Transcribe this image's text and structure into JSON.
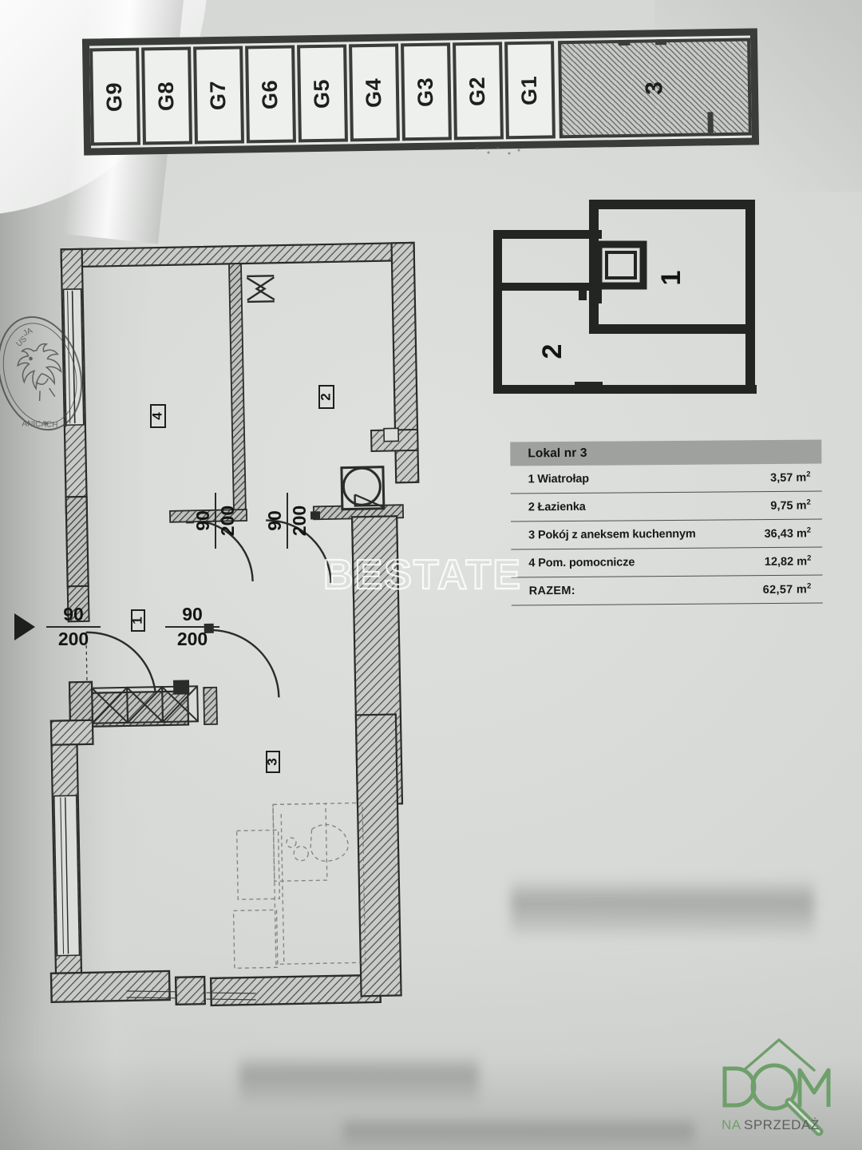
{
  "document": {
    "kind": "architectural-floor-plan-scan",
    "language": "pl"
  },
  "garage_strip": {
    "cells": [
      {
        "label": "G9"
      },
      {
        "label": "G8"
      },
      {
        "label": "G7"
      },
      {
        "label": "G6"
      },
      {
        "label": "G5"
      },
      {
        "label": "G4"
      },
      {
        "label": "G3"
      },
      {
        "label": "G2"
      },
      {
        "label": "G1"
      }
    ],
    "highlighted_unit": {
      "label": "3",
      "hatched": true
    }
  },
  "key_plan": {
    "rooms": [
      {
        "label": "1"
      },
      {
        "label": "2"
      }
    ]
  },
  "legend": {
    "title": "Lokal nr 3",
    "rows": [
      {
        "no": "1",
        "name": "1 Wiatrołap",
        "area": "3,57",
        "unit": "m"
      },
      {
        "no": "2",
        "name": "2 Łazienka",
        "area": "9,75",
        "unit": "m"
      },
      {
        "no": "3",
        "name": "3 Pokój z aneksem kuchennym",
        "area": "36,43",
        "unit": "m"
      },
      {
        "no": "4",
        "name": "4 Pom. pomocnicze",
        "area": "12,82",
        "unit": "m"
      }
    ],
    "total": {
      "name": "RAZEM:",
      "area": "62,57",
      "unit": "m"
    },
    "exponent": "2"
  },
  "floorplan": {
    "room_labels": [
      {
        "label": "4"
      },
      {
        "label": "2"
      },
      {
        "label": "1"
      },
      {
        "label": "3"
      }
    ],
    "door_tags": [
      {
        "width": "90",
        "height": "200",
        "orientation": "vertical"
      },
      {
        "width": "90",
        "height": "200",
        "orientation": "vertical"
      },
      {
        "width": "90",
        "height": "200",
        "orientation": "horizontal"
      },
      {
        "width": "90",
        "height": "200",
        "orientation": "horizontal"
      }
    ]
  },
  "watermark": {
    "text": "BESTATE"
  },
  "logo": {
    "main": "DOM",
    "sub": "NA SPRZEDAŻ",
    "color": "#6f9f6a",
    "color_dark": "#5b5f5e"
  },
  "colors": {
    "paper": "#d9dbd9",
    "ink": "#1d1f1d",
    "wall": "#3a3c3a",
    "legend_header": "#9fa19f"
  }
}
